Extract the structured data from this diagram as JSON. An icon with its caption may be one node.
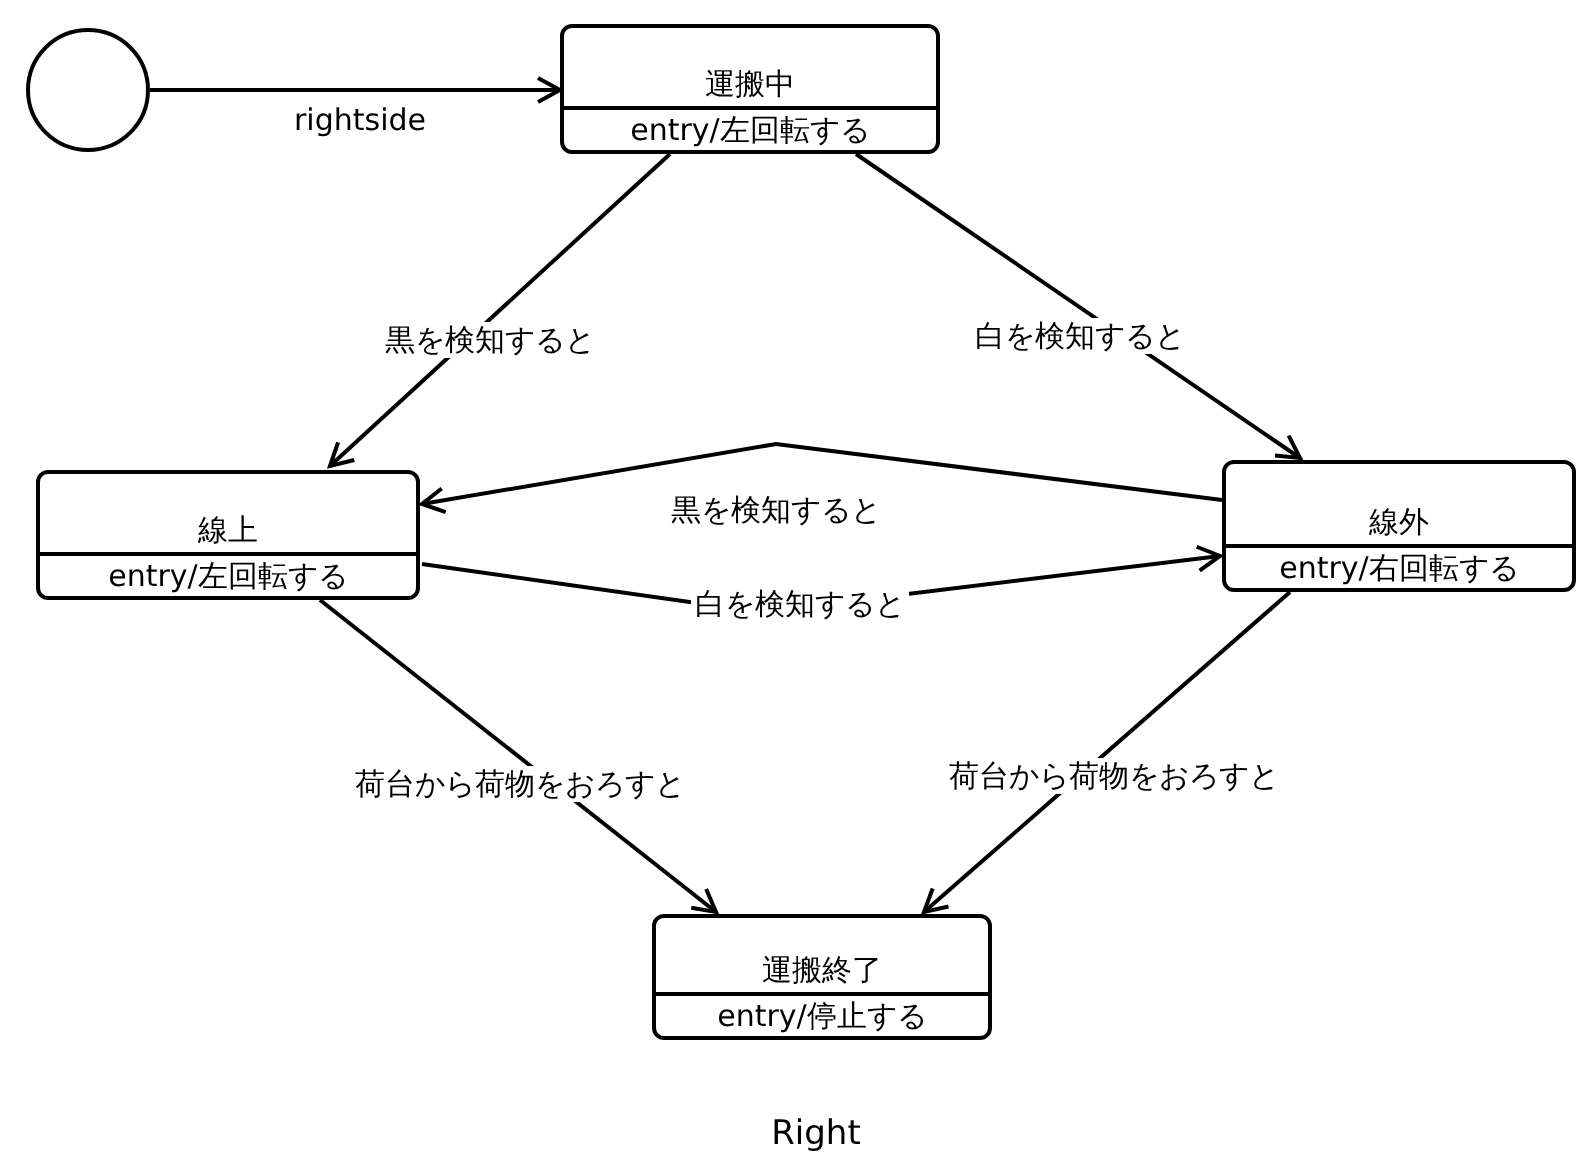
{
  "diagram": {
    "caption": "Right",
    "nodes": [
      {
        "text": [],
        "shape": "circle"
      },
      {
        "text": [
          "運搬中",
          "entry/左回転する"
        ]
      },
      {
        "text": [
          "線上",
          "entry/左回転する"
        ]
      },
      {
        "text": [
          "線外",
          "entry/右回転する"
        ]
      },
      {
        "text": [
          "運搬終了",
          "entry/停止する"
        ]
      }
    ],
    "edges": [
      {
        "from": 0,
        "to": 1,
        "arrow": "to",
        "label": "rightside"
      },
      {
        "from": 1,
        "to": 2,
        "arrow": "to",
        "label": "黒を検知すると"
      },
      {
        "from": 1,
        "to": 3,
        "arrow": "to",
        "label": "白を検知すると"
      },
      {
        "from": 3,
        "to": 2,
        "arrow": "to",
        "label": "黒を検知すると"
      },
      {
        "from": 2,
        "to": 3,
        "arrow": "to",
        "label": "白を検知すると"
      },
      {
        "from": 2,
        "to": 4,
        "arrow": "to",
        "label": "荷台から荷物をおろすと"
      },
      {
        "from": 3,
        "to": 4,
        "arrow": "to",
        "label": "荷台から荷物をおろすと"
      }
    ]
  }
}
